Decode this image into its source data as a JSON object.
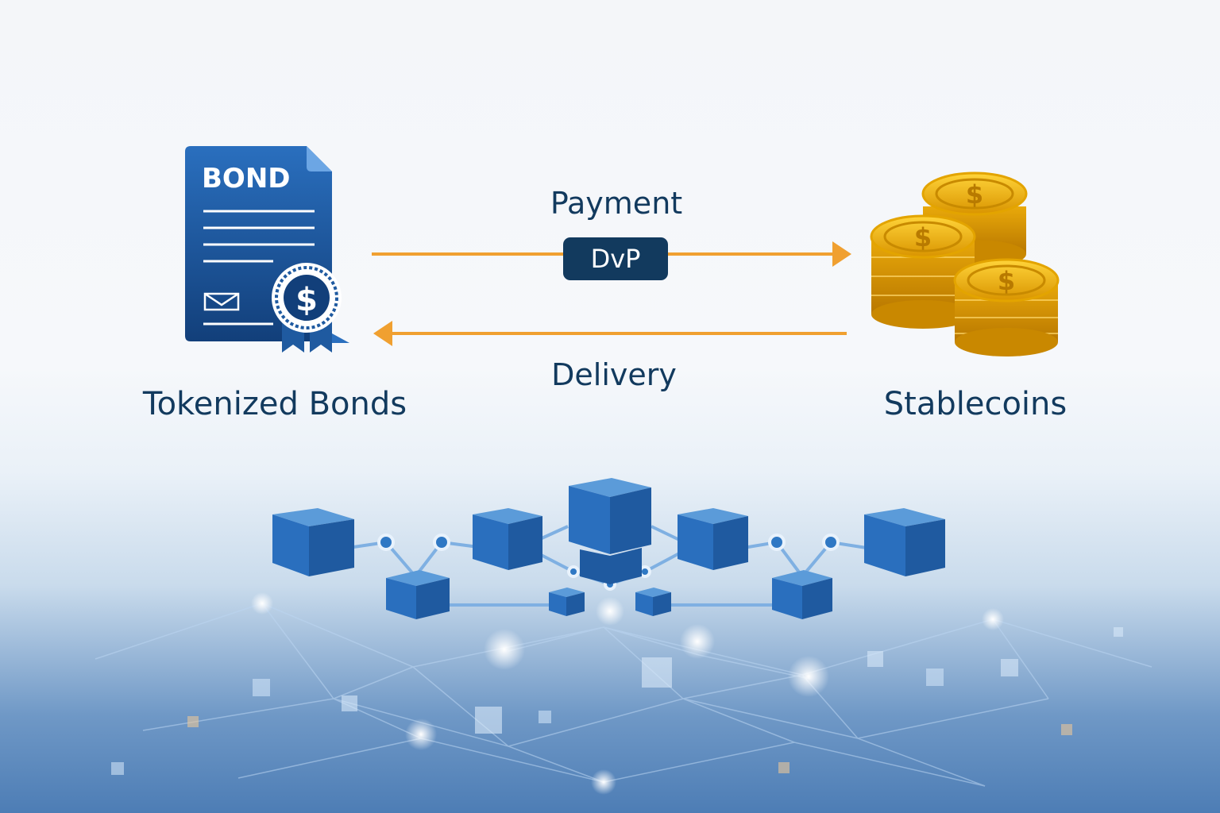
{
  "bond": {
    "title": "BOND",
    "seal_symbol": "$"
  },
  "coins": {
    "symbol": "$"
  },
  "labels": {
    "tokenized_bonds": "Tokenized Bonds",
    "stablecoins": "Stablecoins",
    "payment": "Payment",
    "delivery": "Delivery",
    "dvp": "DvP"
  },
  "colors": {
    "navy": "#123a5e",
    "bond_blue": "#1f5fa8",
    "arrow_orange": "#f0a030",
    "coin_gold": "#f2b705",
    "block_blue": "#2f78c4"
  }
}
